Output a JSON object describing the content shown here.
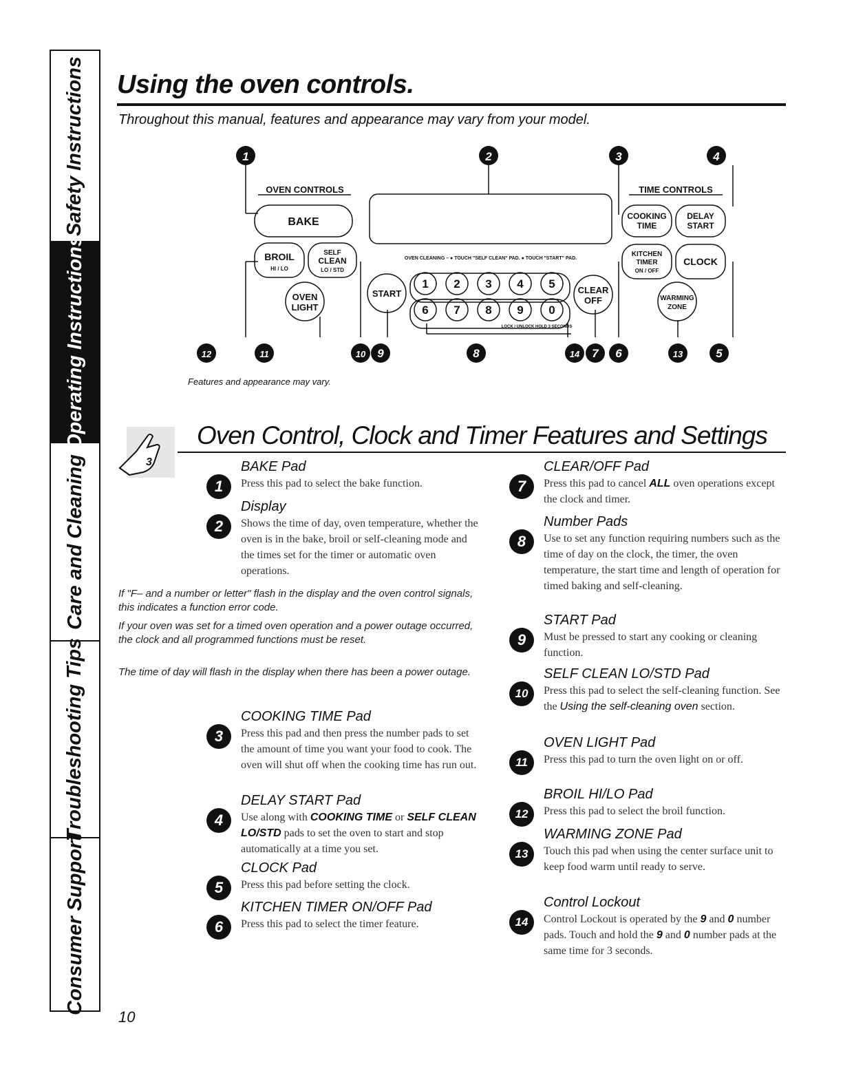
{
  "sidebar": {
    "tabs": [
      {
        "label": "Safety Instructions",
        "active": false
      },
      {
        "label": "Operating Instructions",
        "active": true
      },
      {
        "label": "Care and Cleaning",
        "active": false
      },
      {
        "label": "Troubleshooting Tips",
        "active": false
      },
      {
        "label": "Consumer Support",
        "active": false
      }
    ]
  },
  "header": {
    "title": "Using the oven controls.",
    "subtitle": "Throughout this manual, features and appearance may vary from your model."
  },
  "diagram": {
    "caption": "Features and appearance may vary.",
    "oven_controls_label": "OVEN CONTROLS",
    "time_controls_label": "TIME CONTROLS",
    "bake": "BAKE",
    "broil": "BROIL",
    "broil_sub": "HI / LO",
    "self": "SELF",
    "clean": "CLEAN",
    "clean_sub": "LO / STD",
    "oven": "OVEN",
    "light": "LIGHT",
    "start": "START",
    "clear": "CLEAR",
    "off": "OFF",
    "cooking": "COOKING",
    "time": "TIME",
    "delay": "DELAY",
    "delay_start": "START",
    "kitchen": "KITCHEN",
    "timer": "TIMER",
    "onoff": "ON / OFF",
    "clock": "CLOCK",
    "warming": "WARMING",
    "zone": "ZONE",
    "instruction": "OVEN CLEANING –  ● TOUCH \"SELF CLEAN\" PAD.  ● TOUCH \"START\" PAD.",
    "lock_label": "LOCK / UNLOCK  HOLD  3  SECONDS",
    "numbers_top": [
      "1",
      "2",
      "3",
      "4",
      "5"
    ],
    "numbers_bottom": [
      "6",
      "7",
      "8",
      "9",
      "0"
    ],
    "callouts_top": [
      "1",
      "2",
      "3",
      "4"
    ],
    "callouts_bottom": [
      "12",
      "11",
      "10",
      "9",
      "8",
      "14",
      "7",
      "6",
      "13",
      "5"
    ]
  },
  "section": {
    "title": "Oven Control, Clock and Timer Features and Settings"
  },
  "items": {
    "i1": {
      "num": "1",
      "head": "BAKE Pad",
      "body": "Press this pad to select the bake function."
    },
    "i2": {
      "num": "2",
      "head": "Display",
      "body": "Shows the time of day, oven temperature, whether the oven is in the bake, broil or self-cleaning mode and the times set for the timer or automatic oven operations."
    },
    "i3": {
      "num": "3",
      "head": "COOKING TIME Pad",
      "body": "Press this pad and then press the number pads to set the amount of time you want your food to cook. The oven will shut off when the cooking time has run out."
    },
    "i4": {
      "num": "4",
      "head": "DELAY START Pad",
      "body_a": "Use along with ",
      "body_b": "COOKING TIME",
      "body_c": " or ",
      "body_d": "SELF CLEAN LO/STD",
      "body_e": " pads to set the oven to start and stop automatically at a time you set."
    },
    "i5": {
      "num": "5",
      "head": "CLOCK Pad",
      "body": "Press this pad before setting the clock."
    },
    "i6": {
      "num": "6",
      "head": "KITCHEN TIMER ON/OFF Pad",
      "body": "Press this pad to select the timer feature."
    },
    "i7": {
      "num": "7",
      "head": "CLEAR/OFF Pad",
      "body_a": "Press this pad to cancel ",
      "body_b": "ALL",
      "body_c": " oven operations except the clock and timer."
    },
    "i8": {
      "num": "8",
      "head": "Number Pads",
      "body": "Use to set any function requiring numbers such as the time of day on the clock, the timer, the oven temperature, the start time and length of operation for timed baking and self-cleaning."
    },
    "i9": {
      "num": "9",
      "head": "START Pad",
      "body": "Must be pressed to start any cooking or cleaning function."
    },
    "i10": {
      "num": "10",
      "head": "SELF CLEAN LO/STD Pad",
      "body_a": "Press this pad to select the self-cleaning function. See the ",
      "body_b": "Using the self-cleaning oven",
      "body_c": " section."
    },
    "i11": {
      "num": "11",
      "head": "OVEN LIGHT Pad",
      "body": "Press this pad to turn the oven light on or off."
    },
    "i12": {
      "num": "12",
      "head": "BROIL HI/LO Pad",
      "body": "Press this pad to select the broil function."
    },
    "i13": {
      "num": "13",
      "head": "WARMING ZONE Pad",
      "body": "Touch this pad when using the center surface unit to keep food warm until ready to serve."
    },
    "i14": {
      "num": "14",
      "head": "Control Lockout",
      "body_a": "Control Lockout is operated by the ",
      "body_b": "9",
      "body_c": " and ",
      "body_d": "0",
      "body_e": " number pads. Touch and hold the ",
      "body_f": "9",
      "body_g": " and ",
      "body_h": "0",
      "body_i": " number pads at the same time for 3 seconds."
    }
  },
  "notes": {
    "n1": "If \"F– and a number or letter\" flash in the display and the oven control signals, this indicates a function error code.",
    "n2": "If your oven was set for a timed oven operation and a power outage occurred, the clock and all programmed functions must be reset.",
    "n3": "The time of day will flash in the display when there has been a power outage."
  },
  "page_number": "10"
}
